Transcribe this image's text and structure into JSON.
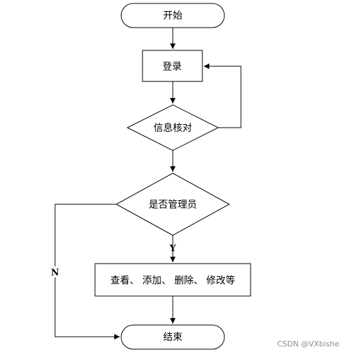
{
  "flowchart": {
    "start": "开始",
    "login": "登录",
    "verify": "信息核对",
    "is_admin": "是否管理员",
    "actions": "查看、 添加、 删除、 修改等",
    "end": "结束",
    "yes_label": "Y",
    "no_label": "N"
  },
  "watermark": "CSDN @VXbishe",
  "colors": {
    "stroke": "#000000",
    "fill": "#ffffff",
    "watermark": "#8a8a8a"
  }
}
